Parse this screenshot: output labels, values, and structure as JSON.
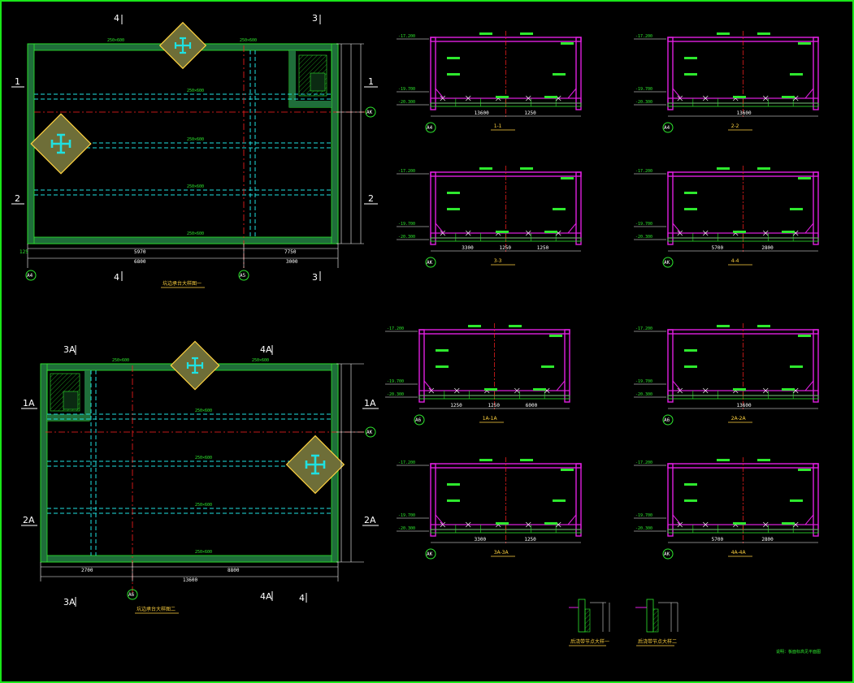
{
  "plan1": {
    "title": "坑边承台大样图一",
    "axis_top": [
      "4",
      "3"
    ],
    "axis_bottom": [
      "4",
      "3"
    ],
    "axis_left": [
      "1",
      "2"
    ],
    "axis_right": [
      "1",
      "2"
    ],
    "bubbles": [
      "A4",
      "A5",
      "AK"
    ],
    "beam_top_left": "250×600",
    "beam_top_right": "250×600",
    "beam_mid1": "250×600",
    "beam_mid2": "250×600",
    "beam_mid3": "250×600",
    "beam_bottom": "250×600",
    "dims_bottom": [
      "5970",
      "7750"
    ],
    "dims_bottom2": [
      "6800",
      "3000"
    ],
    "dim_left_small": "125"
  },
  "plan2": {
    "title": "坑边承台大样图二",
    "axis_top": [
      "3A",
      "4A"
    ],
    "axis_bottom": [
      "3A",
      "4A",
      "4"
    ],
    "axis_left": [
      "1A",
      "2A"
    ],
    "axis_right": [
      "1A",
      "2A"
    ],
    "bubbles": [
      "A6",
      "AK"
    ],
    "beam_top_left": "250×600",
    "beam_top_right": "250×600",
    "beam_mid1": "250×600",
    "beam_mid2": "250×600",
    "beam_mid3": "250×600",
    "beam_bottom": "250×600",
    "dims_bottom": [
      "2700",
      "8800"
    ],
    "dim_total": "13600"
  },
  "sections": [
    {
      "label": "1-1",
      "bubble": "A4",
      "elev_top": "-17.200",
      "elev_mid": "-19.700",
      "elev_bot": "-20.300",
      "dims": [
        "13600",
        "1250"
      ]
    },
    {
      "label": "2-2",
      "bubble": "A4",
      "elev_top": "-17.200",
      "elev_mid": "-19.700",
      "elev_bot": "-20.300",
      "dims": [
        "13600"
      ]
    },
    {
      "label": "3-3",
      "bubble": "AK",
      "elev_top": "-17.200",
      "elev_mid": "-19.700",
      "elev_bot": "-20.300",
      "dims": [
        "3300",
        "1250",
        "1250"
      ]
    },
    {
      "label": "4-4",
      "bubble": "AK",
      "elev_top": "-17.200",
      "elev_mid": "-19.700",
      "elev_bot": "-20.300",
      "dims": [
        "5700",
        "2800"
      ]
    },
    {
      "label": "1A-1A",
      "bubble": "A6",
      "elev_top": "-17.200",
      "elev_mid": "-19.700",
      "elev_bot": "-20.300",
      "dims": [
        "1250",
        "1250",
        "6000"
      ]
    },
    {
      "label": "2A-2A",
      "bubble": "A6",
      "elev_top": "-17.200",
      "elev_mid": "-19.700",
      "elev_bot": "-20.300",
      "dims": [
        "13600"
      ]
    },
    {
      "label": "3A-3A",
      "bubble": "AK",
      "elev_top": "-17.200",
      "elev_mid": "-19.700",
      "elev_bot": "-20.300",
      "dims": [
        "3300",
        "1250"
      ]
    },
    {
      "label": "4A-4A",
      "bubble": "AK",
      "elev_top": "-17.200",
      "elev_mid": "-19.700",
      "elev_bot": "-20.300",
      "dims": [
        "5700",
        "2800"
      ]
    }
  ],
  "details": [
    {
      "label": "后浇带节点大样一"
    },
    {
      "label": "后浇带节点大样二"
    }
  ],
  "note": "说明：板面标高见平面图",
  "colors": {
    "frame": "#19e619",
    "wall": "#2ee82e",
    "slab": "#e020e0",
    "axis": "#ff2020",
    "dash": "#20e0e0",
    "text": "#ffffff",
    "title": "#ffd23f"
  }
}
